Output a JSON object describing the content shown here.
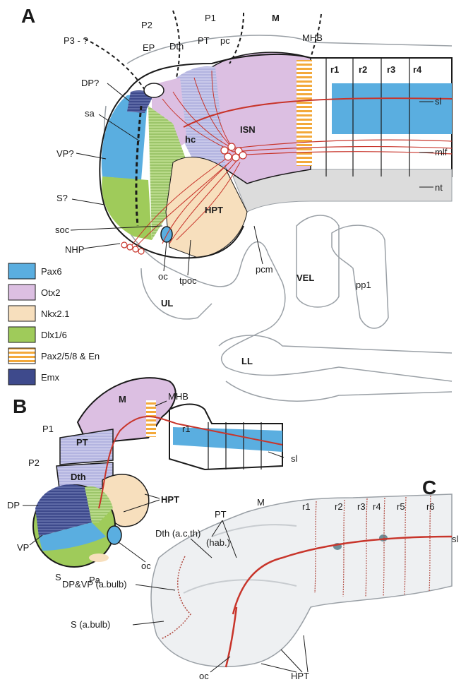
{
  "panels": {
    "a": "A",
    "b": "B",
    "c": "C"
  },
  "colors": {
    "pax6": "#5aaee0",
    "otx2": "#dcbfe2",
    "nkx21": "#f7dfbd",
    "dlx16": "#9fcb5a",
    "pax258_en": "#f3a93b",
    "emx": "#3e4a8c",
    "axon_red": "#c8352b",
    "gray_tissue": "#dcdcdc"
  },
  "legend": [
    {
      "label": "Pax6",
      "color": "#5aaee0"
    },
    {
      "label": "Otx2",
      "color": "#dcbfe2"
    },
    {
      "label": "Nkx2.1",
      "color": "#f7dfbd"
    },
    {
      "label": "Dlx1/6",
      "color": "#9fcb5a"
    },
    {
      "label": "Pax2/5/8 & En",
      "color": "#f3a93b"
    },
    {
      "label": "Emx",
      "color": "#3e4a8c"
    }
  ],
  "panel_a": {
    "p3": "P3 - ?",
    "p2": "P2",
    "p1": "P1",
    "m": "M",
    "ep": "EP",
    "dth": "Dth",
    "pt": "PT",
    "pc": "pc",
    "mhb": "MHB",
    "r1": "r1",
    "r2": "r2",
    "r3": "r3",
    "r4": "r4",
    "dp": "DP?",
    "sa": "sa",
    "vp": "VP?",
    "s": "S?",
    "soc": "soc",
    "nhp": "NHP",
    "hc": "hc",
    "isn": "ISN",
    "hpt": "HPT",
    "sl": "sl",
    "mlf": "mlf",
    "nt": "nt",
    "oc": "oc",
    "tpoc": "tpoc",
    "pcm": "pcm",
    "ul": "UL",
    "vel": "VEL",
    "pp1": "pp1",
    "ll": "LL"
  },
  "panel_b": {
    "m": "M",
    "mhb": "MHB",
    "r1": "r1",
    "p1": "P1",
    "pt": "PT",
    "p2": "P2",
    "dth": "Dth",
    "hpt": "HPT",
    "dp": "DP",
    "vp": "VP",
    "s": "S",
    "pa": "Pa",
    "oc": "oc",
    "sl": "sl"
  },
  "panel_c": {
    "m": "M",
    "pt": "PT",
    "hab": "(hab.)",
    "dth": "Dth (a.c.th)",
    "r1": "r1",
    "r2": "r2",
    "r3": "r3",
    "r4": "r4",
    "r5": "r5",
    "r6": "r6",
    "sl": "sl",
    "dpvp": "DP&VP (a.bulb)",
    "s": "S (a.bulb)",
    "oc": "oc",
    "hpt": "HPT"
  }
}
